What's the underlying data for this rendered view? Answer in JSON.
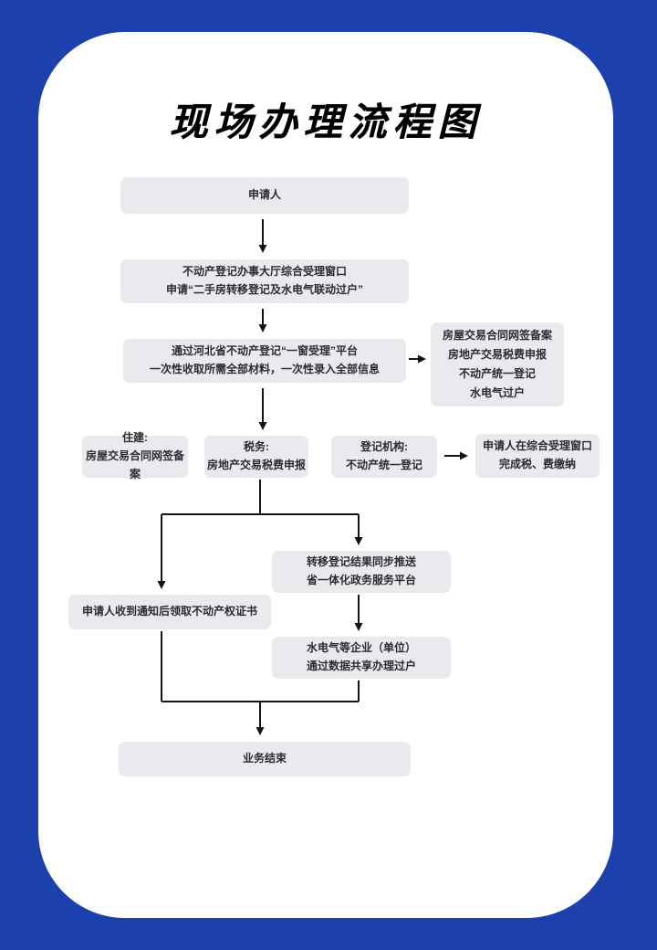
{
  "title": "现场办理流程图",
  "colors": {
    "page_bg": "#1c41ad",
    "card_bg": "#ffffff",
    "box_bg": "#e9e9ee",
    "box_text": "#2b2b30",
    "connector": "#141414"
  },
  "flow": {
    "applicant": {
      "label": "申请人"
    },
    "reception": {
      "line1": "不动产登记办事大厅综合受理窗口",
      "line2": "申请“二手房转移登记及水电气联动过户”"
    },
    "platform": {
      "line1": "通过河北省不动产登记“一窗受理”平台",
      "line2": "一次性收取所需全部材料，一次性录入全部信息"
    },
    "services": {
      "line1": "房屋交易合同网签备案",
      "line2": "房地产交易税费申报",
      "line3": "不动产统一登记",
      "line4": "水电气过户"
    },
    "zhujian": {
      "line1": "住建:",
      "line2": "房屋交易合同网签备案"
    },
    "shuiwu": {
      "line1": "税务:",
      "line2": "房地产交易税费申报"
    },
    "dengji": {
      "line1": "登记机构:",
      "line2": "不动产统一登记"
    },
    "payment": {
      "line1": "申请人在综合受理窗口",
      "line2": "完成税、费缴纳"
    },
    "certificate": {
      "label": "申请人收到通知后领取不动产权证书"
    },
    "push": {
      "line1": "转移登记结果同步推送",
      "line2": "省一体化政务服务平台"
    },
    "utility": {
      "line1": "水电气等企业（单位）",
      "line2": "通过数据共享办理过户"
    },
    "end": {
      "label": "业务结束"
    }
  }
}
